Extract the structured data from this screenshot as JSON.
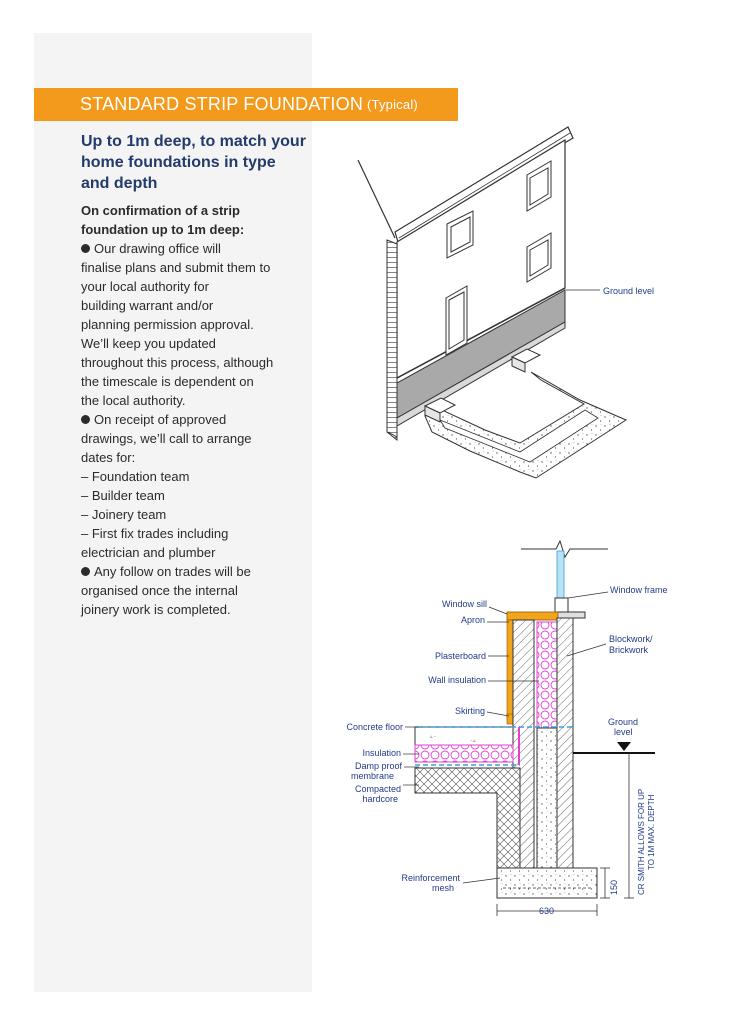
{
  "header": {
    "title": "STANDARD STRIP FOUNDATION",
    "title_suffix": "(Typical)"
  },
  "subtitle": "Up to 1m deep, to match your home foundations in type and depth",
  "intro": "On confirmation of a strip foundation up to 1m deep:",
  "body_lines": [
    {
      "bullet": true,
      "text": "Our drawing office will"
    },
    {
      "bullet": false,
      "text": "finalise plans and submit them to"
    },
    {
      "bullet": false,
      "text": "your local authority for"
    },
    {
      "bullet": false,
      "text": "building warrant and/or"
    },
    {
      "bullet": false,
      "text": "planning permission approval."
    },
    {
      "bullet": false,
      "text": "We’ll keep you updated"
    },
    {
      "bullet": false,
      "text": "throughout this process, although"
    },
    {
      "bullet": false,
      "text": "the timescale is dependent on"
    },
    {
      "bullet": false,
      "text": "the local authority."
    },
    {
      "bullet": true,
      "text": "On receipt of approved"
    },
    {
      "bullet": false,
      "text": "drawings, we’ll call to arrange"
    },
    {
      "bullet": false,
      "text": "dates for:"
    },
    {
      "bullet": false,
      "text": "– Foundation team"
    },
    {
      "bullet": false,
      "text": "– Builder team"
    },
    {
      "bullet": false,
      "text": "– Joinery team"
    },
    {
      "bullet": false,
      "text": "– First fix trades including"
    },
    {
      "bullet": false,
      "text": "electrician and plumber"
    },
    {
      "bullet": true,
      "text": "Any follow on trades will be"
    },
    {
      "bullet": false,
      "text": "organised once the internal"
    },
    {
      "bullet": false,
      "text": "joinery work is completed."
    }
  ],
  "house_diagram": {
    "ground_label": "Ground level"
  },
  "section_diagram": {
    "labels": {
      "window_sill": "Window sill",
      "apron": "Apron",
      "plasterboard": "Plasterboard",
      "wall_insulation": "Wall insulation",
      "skirting": "Skirting",
      "concrete_floor": "Concrete floor",
      "insulation": "Insulation",
      "damp_proof_1": "Damp proof",
      "damp_proof_2": "membrane",
      "compacted_1": "Compacted",
      "compacted_2": "hardcore",
      "reinforcement_1": "Reinforcement",
      "reinforcement_2": "mesh",
      "window_frame": "Window frame",
      "blockwork_1": "Blockwork/",
      "blockwork_2": "Brickwork",
      "ground_1": "Ground",
      "ground_2": "level",
      "dim_width": "630",
      "dim_depth": "150",
      "depth_note_1": "CR SMITH ALLOWS FOR UP",
      "depth_note_2": "TO 1M MAX. DEPTH"
    }
  },
  "colors": {
    "accent_orange": "#f39a1c",
    "heading_navy": "#233a6b",
    "label_blue": "#233a8a",
    "insulation_magenta": "#e040d0",
    "membrane_blue": "#3aa0e0",
    "sill_orange": "#f2a51a"
  }
}
